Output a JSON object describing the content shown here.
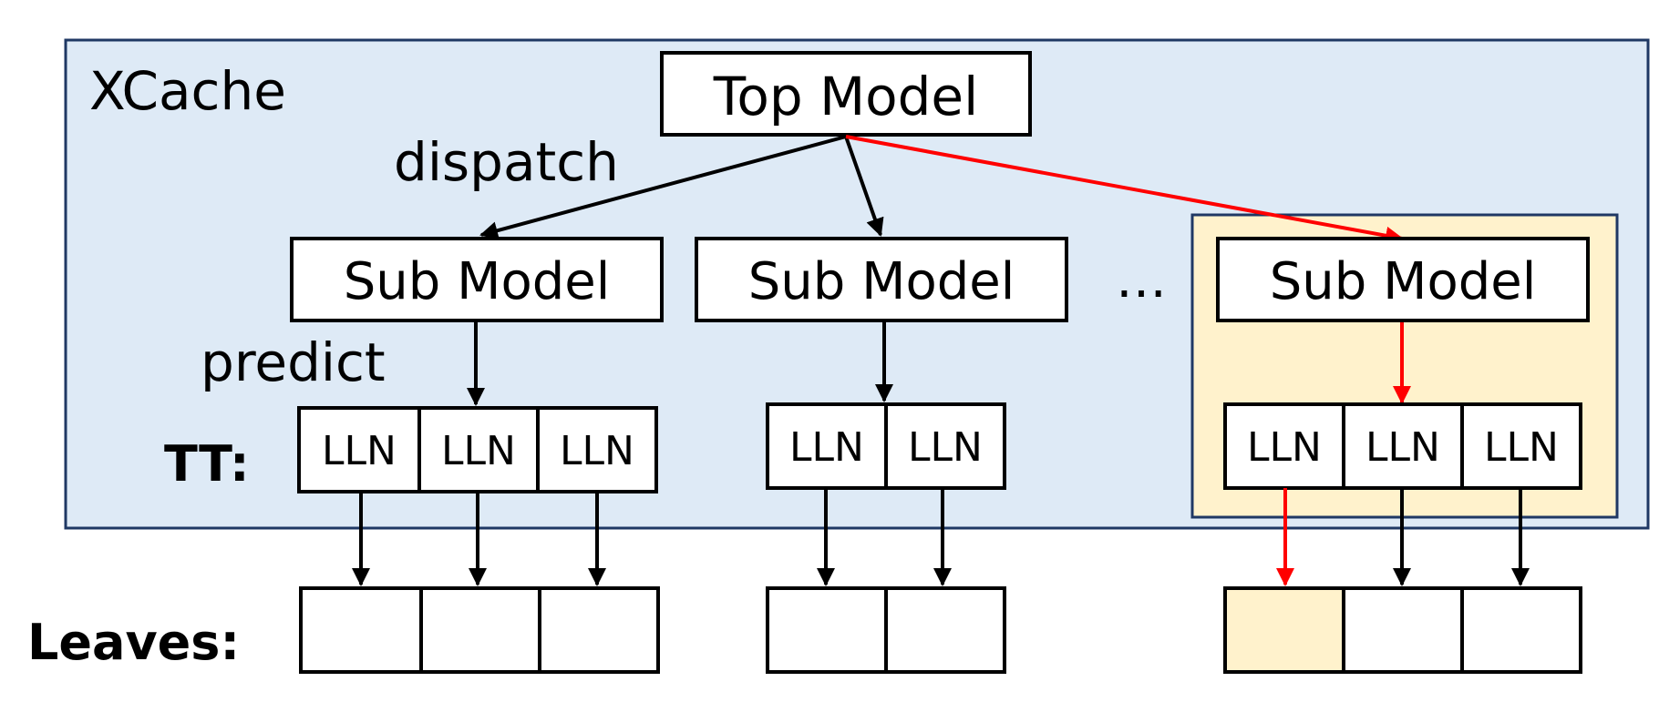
{
  "xcache_label": "XCache",
  "top_model": "Top Model",
  "dispatch_label": "dispatch",
  "predict_label": "predict",
  "sub_models": [
    "Sub Model",
    "Sub Model",
    "Sub Model"
  ],
  "ellipsis": "…",
  "tt_label": "TT:",
  "leaves_label": "Leaves:",
  "lln_label": "LLN",
  "colors": {
    "xcache_bg": "#deeaf6",
    "xcache_border": "#1f3864",
    "highlight_bg": "#fff2cc",
    "highlight_border": "#1f3864",
    "path_red": "#ff0000",
    "line_black": "#000000"
  }
}
